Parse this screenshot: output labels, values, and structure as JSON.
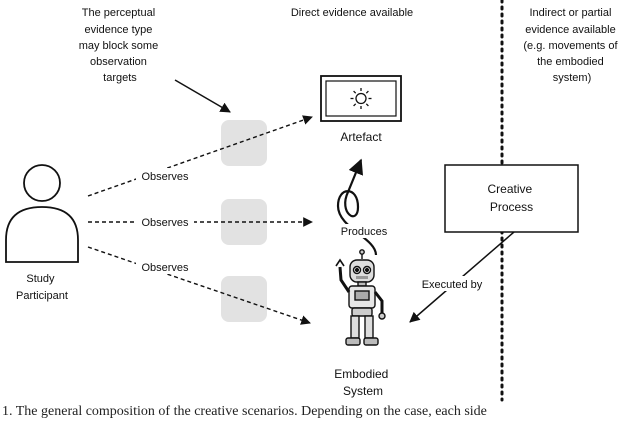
{
  "notes": {
    "perceptual_lines": [
      "The perceptual",
      "evidence type",
      "may block some",
      "observation",
      "targets"
    ],
    "direct_evidence": "Direct evidence available",
    "indirect_lines": [
      "Indirect or partial",
      "evidence available",
      "(e.g. movements of",
      "the embodied",
      "system)"
    ]
  },
  "participant": {
    "label_lines": [
      "Study",
      "Participant"
    ]
  },
  "edges": {
    "observes_top": "Observes",
    "observes_mid": "Observes",
    "observes_bot": "Observes",
    "produces": "Produces",
    "executed_by": "Executed by"
  },
  "artefact": {
    "label": "Artefact"
  },
  "process": {
    "label_lines": [
      "Creative",
      "Process"
    ]
  },
  "system": {
    "label_lines": [
      "Embodied",
      "System"
    ]
  },
  "caption": {
    "text": "1. The general composition of the creative scenarios. Depending on the case, each side"
  },
  "colors": {
    "blocker_fill": "#e2e2e2",
    "stroke": "#111111"
  }
}
